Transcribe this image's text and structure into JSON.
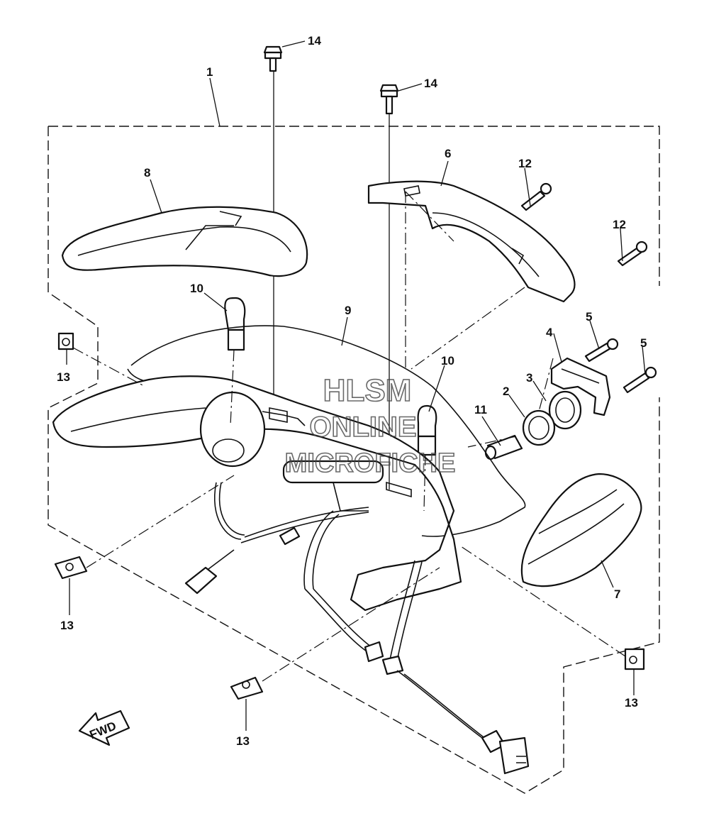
{
  "watermark": {
    "line1": "HLSM",
    "line2": "ONLINE",
    "line3": "MICROFICHE"
  },
  "direction_arrow": {
    "text": "FWD"
  },
  "callouts": [
    {
      "id": "c1",
      "text": "1"
    },
    {
      "id": "c14a",
      "text": "14"
    },
    {
      "id": "c14b",
      "text": "14"
    },
    {
      "id": "c8",
      "text": "8"
    },
    {
      "id": "c6",
      "text": "6"
    },
    {
      "id": "c12a",
      "text": "12"
    },
    {
      "id": "c12b",
      "text": "12"
    },
    {
      "id": "c10a",
      "text": "10"
    },
    {
      "id": "c9",
      "text": "9"
    },
    {
      "id": "c5a",
      "text": "5"
    },
    {
      "id": "c4",
      "text": "4"
    },
    {
      "id": "c5b",
      "text": "5"
    },
    {
      "id": "c13a",
      "text": "13"
    },
    {
      "id": "c10b",
      "text": "10"
    },
    {
      "id": "c3",
      "text": "3"
    },
    {
      "id": "c2",
      "text": "2"
    },
    {
      "id": "c11",
      "text": "11"
    },
    {
      "id": "c7",
      "text": "7"
    },
    {
      "id": "c13b",
      "text": "13"
    },
    {
      "id": "c13c",
      "text": "13"
    },
    {
      "id": "c13d",
      "text": "13"
    }
  ]
}
